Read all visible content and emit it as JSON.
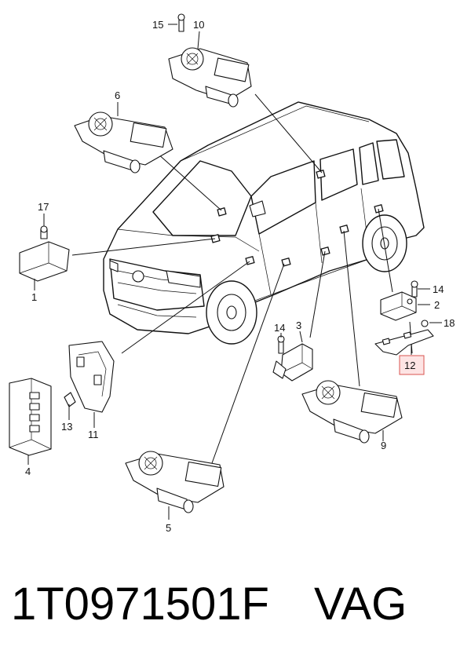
{
  "callouts": {
    "c1": "1",
    "c2": "2",
    "c3": "3",
    "c4": "4",
    "c5": "5",
    "c6": "6",
    "c9": "9",
    "c10": "10",
    "c11": "11",
    "c12": "12",
    "c13": "13",
    "c14a": "14",
    "c14b": "14",
    "c15": "15",
    "c17": "17",
    "c18": "18"
  },
  "caption": {
    "part_number": "1T0971501F",
    "brand": "VAG"
  },
  "colors": {
    "highlight": "#d9534f",
    "highlight_fill": "#fde4e4"
  }
}
